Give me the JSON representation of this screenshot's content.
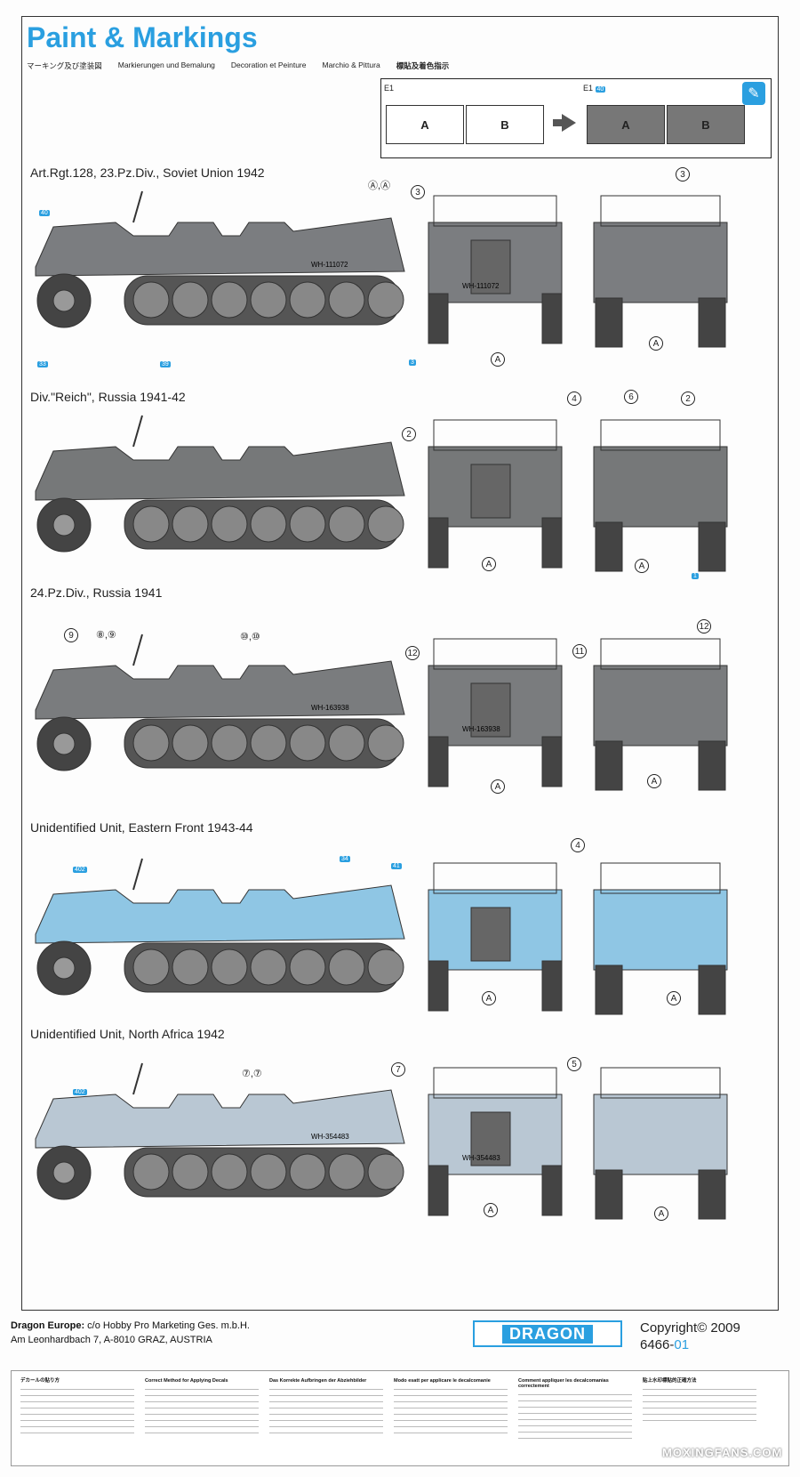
{
  "header": {
    "title": "Paint & Markings",
    "languages": [
      "マーキング及び塗装図",
      "Markierungen und Bemalung",
      "Decoration et Peinture",
      "Marchio & Pittura",
      "標貼及着色指示"
    ]
  },
  "decal_guide": {
    "sheet_label_left": "E1",
    "sheet_label_right": "E1",
    "sheet_a": "A",
    "sheet_b": "B",
    "color_badge": "40"
  },
  "schemes": [
    {
      "title": "Art.Rgt.128, 23.Pz.Div., Soviet Union 1942",
      "color": "#7b7d80",
      "plate": "WH-111072",
      "callouts_side": [
        "A",
        "A"
      ],
      "callout_front": "3",
      "callout_rear": "3",
      "callout_bottom": "A",
      "badges": [
        "40",
        "33",
        "39",
        "3"
      ]
    },
    {
      "title": "Div.\"Reich\", Russia 1941-42",
      "color": "#767879",
      "plate": "",
      "callouts_front": [
        "2",
        "4"
      ],
      "callouts_rear": [
        "6",
        "2"
      ],
      "callout_bottom": "A",
      "badges": [
        "1"
      ]
    },
    {
      "title": "24.Pz.Div., Russia 1941",
      "color": "#7a7c7e",
      "plate": "WH-163938",
      "callouts_side": [
        "9",
        "8",
        "9",
        "10",
        "10"
      ],
      "callouts_front": [
        "12",
        "11"
      ],
      "callouts_rear": [
        "12"
      ],
      "callout_bottom": "A"
    },
    {
      "title": "Unidentified Unit, Eastern Front 1943-44",
      "color": "#8fc6e4",
      "plate": "",
      "callouts_front": [
        "4"
      ],
      "callout_bottom": "A",
      "badges": [
        "402",
        "34",
        "41"
      ]
    },
    {
      "title": "Unidentified Unit, North Africa 1942",
      "color": "#b9c7d3",
      "plate": "WH-354483",
      "callouts_side": [
        "7",
        "7"
      ],
      "callouts_front": [
        "7"
      ],
      "callouts_rear": [
        "5"
      ],
      "callout_bottom": "A",
      "badges": [
        "402"
      ]
    }
  ],
  "footer": {
    "company_label": "Dragon Europe:",
    "company_line1": " c/o Hobby Pro Marketing Ges. m.b.H.",
    "company_line2": "Am Leonhardbach 7, A-8010 GRAZ, AUSTRIA",
    "logo": "DRAGON",
    "copyright": "Copyright© 2009",
    "part_main": "6466-",
    "part_suffix": "01"
  },
  "instructions": [
    {
      "heading": "デカールの貼り方"
    },
    {
      "heading": "Correct Method for Applying Decals"
    },
    {
      "heading": "Das Korrekte Aufbringen der Abziehbilder"
    },
    {
      "heading": "Modo esatt per applicare le decalcomanie"
    },
    {
      "heading": "Comment appliquer les decalcomanias correctement"
    },
    {
      "heading": "貼上水印標貼的正確方法"
    }
  ],
  "watermark": "MOXINGFANS.COM",
  "colors": {
    "accent": "#2a9fe0",
    "grey": "#7b7d80",
    "camo_blue": "#8fc6e4",
    "africa": "#b9c7d3"
  }
}
